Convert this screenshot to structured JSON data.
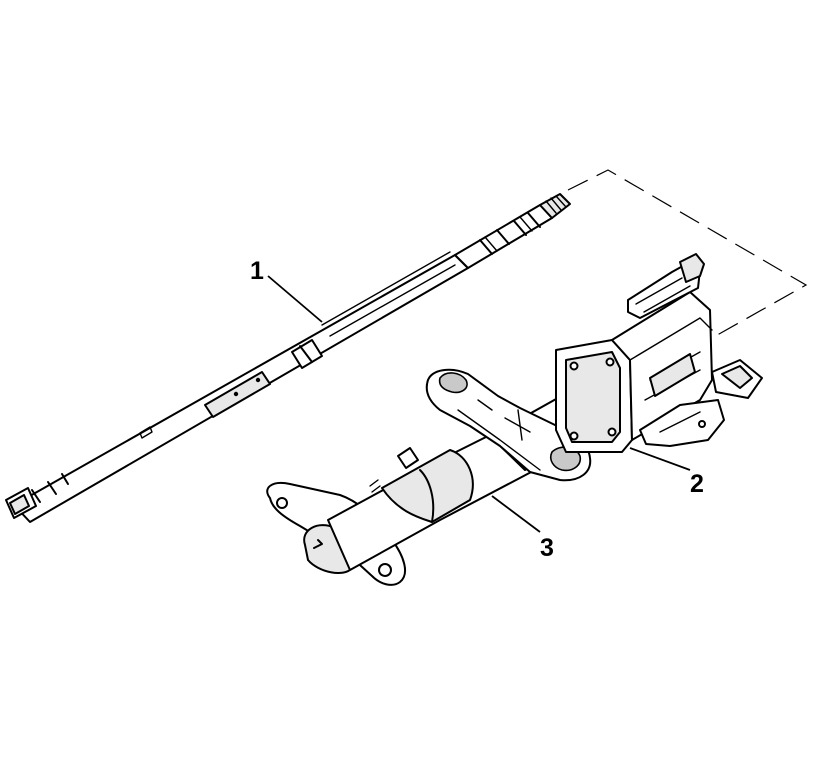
{
  "diagram": {
    "callouts": [
      {
        "id": "1",
        "text": "1"
      },
      {
        "id": "2",
        "text": "2"
      },
      {
        "id": "3",
        "text": "3"
      }
    ]
  },
  "colors": {
    "line": "#000000",
    "background": "#ffffff",
    "shade": "#e8e8e8"
  }
}
